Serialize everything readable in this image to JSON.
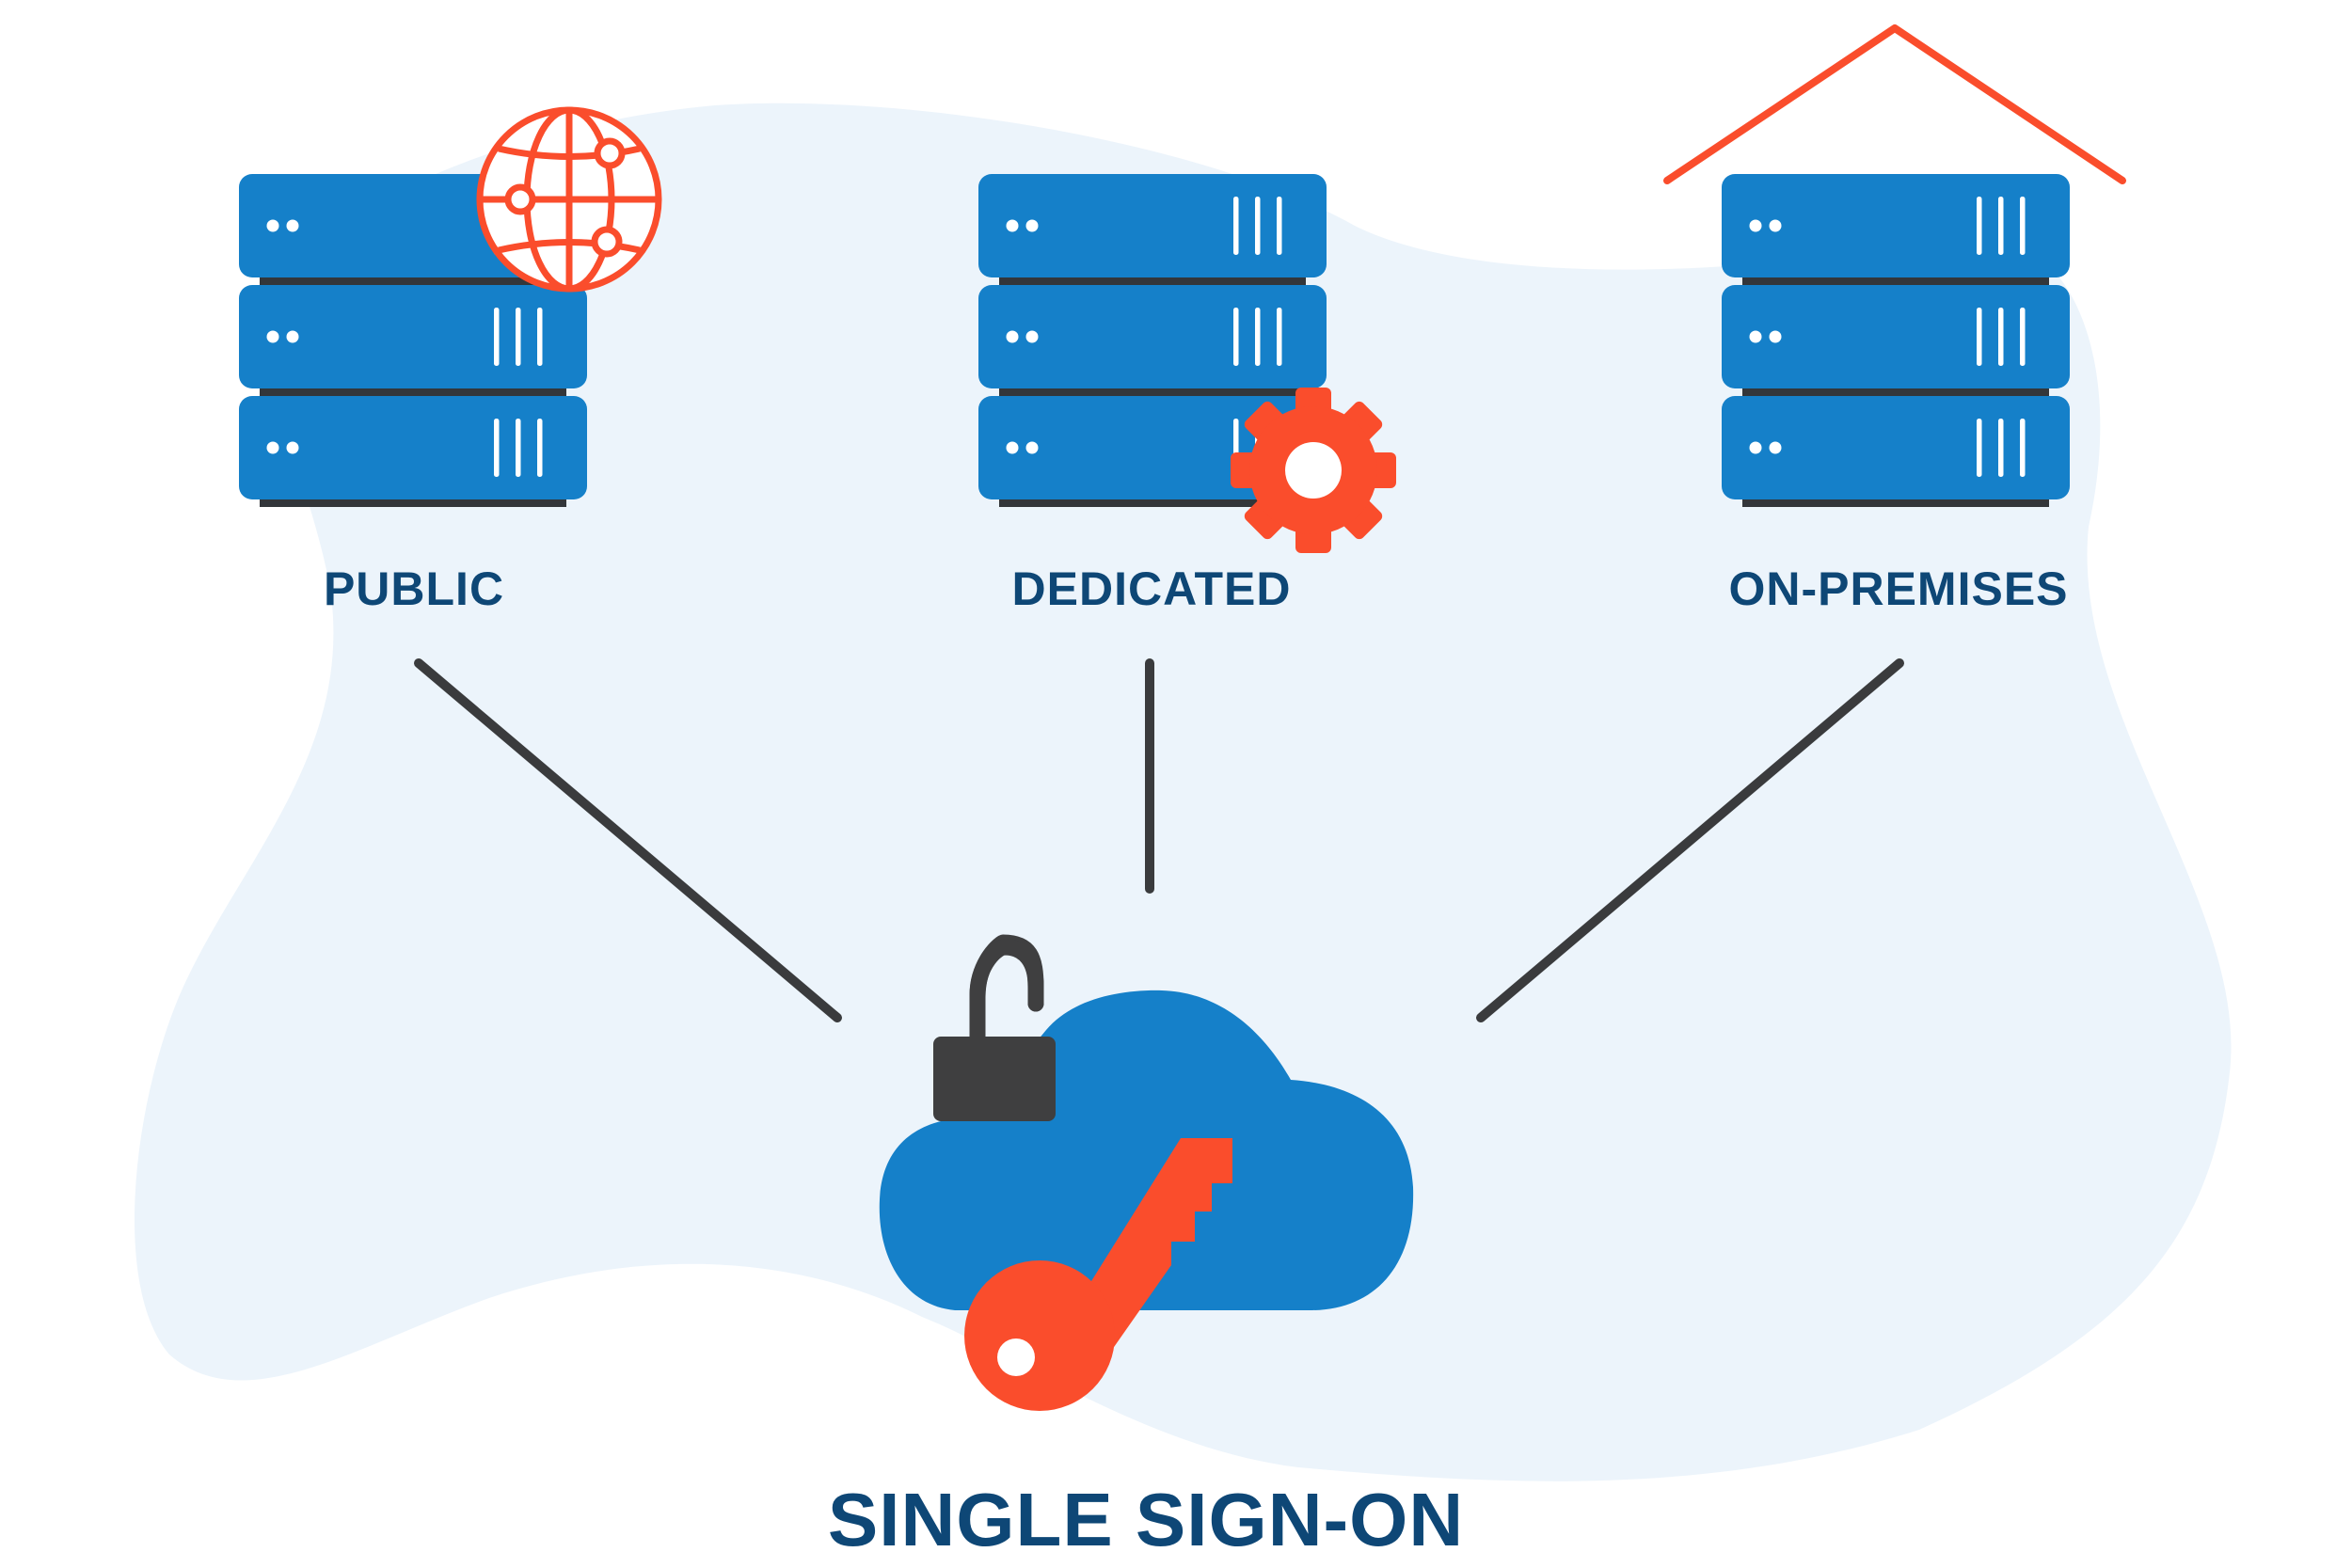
{
  "labels": {
    "public": "PUBLIC",
    "dedicated": "DEDICATED",
    "on_premises": "ON-PREMISES",
    "single_sign_on": "SINGLE SIGN-ON"
  },
  "colors": {
    "blob": "#ecf4fb",
    "server": "#1580c9",
    "server_dark": "#33363a",
    "accent": "#fa4d2c",
    "text": "#0e4776",
    "line": "#3a3b3d",
    "lock": "#3f3f40"
  },
  "icons": {
    "public": "globe-network-icon",
    "dedicated": "gear-icon",
    "on_premises": "house-roof-icon",
    "sso_lock": "open-padlock-icon",
    "sso_key": "key-icon",
    "sso_cloud": "cloud-icon"
  }
}
